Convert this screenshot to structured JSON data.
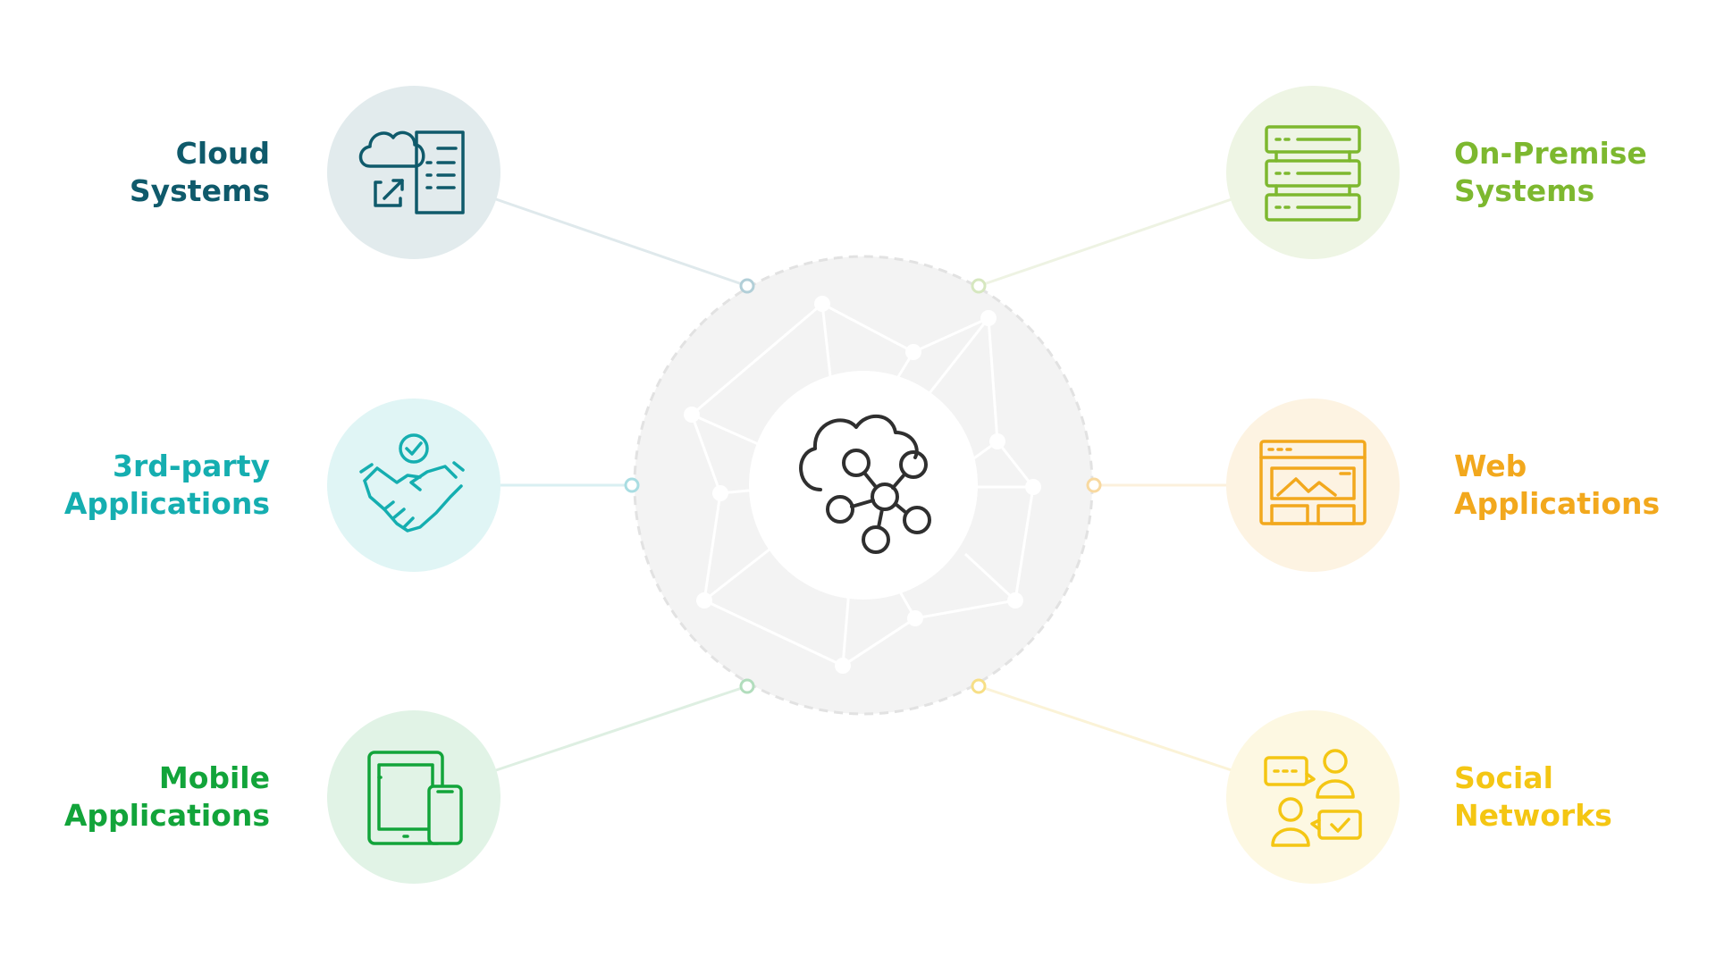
{
  "center": {
    "icon": "cloud-network-icon"
  },
  "nodes": [
    {
      "id": "cloud-systems",
      "lines": [
        "Cloud",
        "Systems"
      ],
      "icon": "cloud-document-icon",
      "color": "#0f5a6b",
      "bg": "#e2ebed"
    },
    {
      "id": "third-party-applications",
      "lines": [
        "3rd-party",
        "Applications"
      ],
      "icon": "handshake-icon",
      "color": "#15aeb0",
      "bg": "#e0f5f5"
    },
    {
      "id": "mobile-applications",
      "lines": [
        "Mobile",
        "Applications"
      ],
      "icon": "tablet-phone-icon",
      "color": "#12a43a",
      "bg": "#e1f3e6"
    },
    {
      "id": "on-premise-systems",
      "lines": [
        "On-Premise",
        "Systems"
      ],
      "icon": "server-icon",
      "color": "#7db82f",
      "bg": "#eef5e4"
    },
    {
      "id": "web-applications",
      "lines": [
        "Web",
        "Applications"
      ],
      "icon": "browser-window-icon",
      "color": "#f2a81d",
      "bg": "#fdf3e2"
    },
    {
      "id": "social-networks",
      "lines": [
        "Social",
        "Networks"
      ],
      "icon": "chat-users-icon",
      "color": "#f4c613",
      "bg": "#fdf8e2"
    }
  ]
}
